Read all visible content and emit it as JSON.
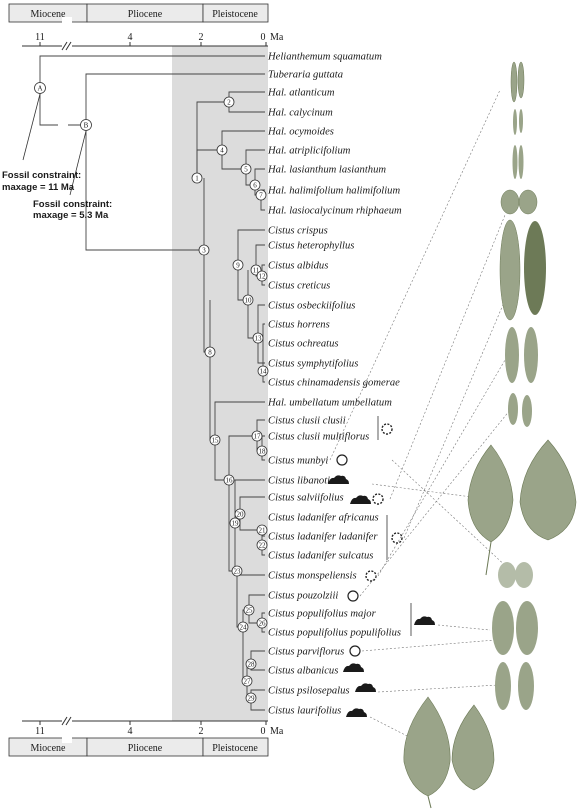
{
  "epochs": [
    "Miocene",
    "Pliocene",
    "Pleistocene"
  ],
  "axis": {
    "ticks": [
      "11",
      "4",
      "2",
      "0"
    ],
    "unit": "Ma"
  },
  "fossils": [
    {
      "line1": "Fossil constraint:",
      "line2": "maxage = 11 Ma"
    },
    {
      "line1": "Fossil constraint:",
      "line2": "maxage = 5.3 Ma"
    }
  ],
  "root_labels": [
    "A",
    "B"
  ],
  "taxa": [
    "Helianthemum squamatum",
    "Tuberaria guttata",
    "Hal. atlanticum",
    "Hal. calycinum",
    "Hal. ocymoides",
    "Hal. atriplicifolium",
    "Hal. lasianthum lasianthum",
    "Hal. halimifolium halimifolium",
    "Hal. lasiocalycinum rhiphaeum",
    "Cistus crispus",
    "Cistus heterophyllus",
    "Cistus albidus",
    "Cistus creticus",
    "Cistus osbeckiifolius",
    "Cistus horrens",
    "Cistus ochreatus",
    "Cistus symphytifolius",
    "Cistus chinamadensis gomerae",
    "Hal. umbellatum umbellatum",
    "Cistus clusii clusii",
    "Cistus clusii multiflorus",
    "Cistus munbyi",
    "Cistus libanotis",
    "Cistus salviifolius",
    "Cistus ladanifer africanus",
    "Cistus ladanifer ladanifer",
    "Cistus ladanifer sulcatus",
    "Cistus monspeliensis",
    "Cistus pouzolziii",
    "Cistus populifolius major",
    "Cistus populifolius populifolius",
    "Cistus parviflorus",
    "Cistus albanicus",
    "Cistus psilosepalus",
    "Cistus laurifolius"
  ],
  "node_labels": [
    "1",
    "2",
    "3",
    "4",
    "5",
    "6",
    "7",
    "8",
    "9",
    "10",
    "11",
    "12",
    "13",
    "14",
    "15",
    "16",
    "17",
    "18",
    "19",
    "20",
    "21",
    "22",
    "23",
    "24",
    "25",
    "26",
    "27",
    "28",
    "29"
  ],
  "colors": {
    "shade": "#dcdcdc",
    "line": "#444444",
    "leaf_light": "#9aa489",
    "leaf_dark": "#6d7a57"
  }
}
